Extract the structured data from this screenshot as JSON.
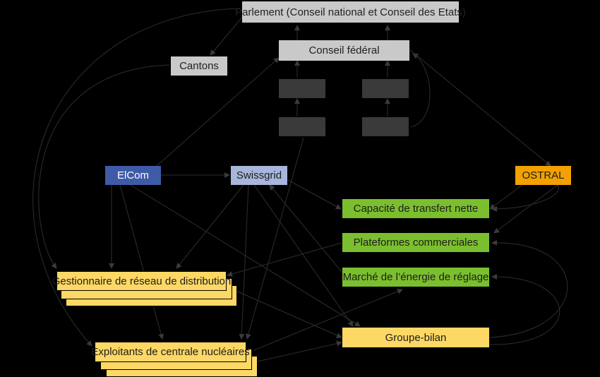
{
  "nodes": {
    "parliament": "Parlement (Conseil national et Conseil des Etats)",
    "federal_council": "Conseil fédéral",
    "cantons": "Cantons",
    "dept_left_top": "",
    "dept_left_bottom": "",
    "dept_right_top": "",
    "dept_right_bottom": "",
    "elcom": "ElCom",
    "swissgrid": "Swissgrid",
    "ostral": "OSTRAL",
    "net_transfer_capacity": "Capacité de transfert nette",
    "trading_platforms": "Plateformes commerciales",
    "balancing_market": "Marché de l’énergie de réglage",
    "distribution_operator": "Gestionnaire de réseau de distribution",
    "nuclear_operators": "Exploitants de centrale nucléaires",
    "balance_group": "Groupe-bilan"
  },
  "colors": {
    "background": "#000000",
    "authority_gray": "#c9c9c9",
    "hidden_dark": "#3a3a3a",
    "elcom_blue": "#3f5ba8",
    "swissgrid_blue": "#a8b6dc",
    "ostral_orange": "#f3a100",
    "market_green": "#7bbf2e",
    "actor_yellow": "#fdd865",
    "arrow": "#2e2e2e"
  }
}
